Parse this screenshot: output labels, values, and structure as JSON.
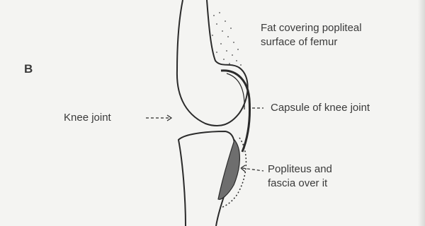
{
  "figure": {
    "panel_letter": "B",
    "labels": {
      "fat": [
        "Fat covering popliteal",
        "surface of femur"
      ],
      "knee_joint": "Knee joint",
      "capsule": "Capsule of knee joint",
      "popliteus": [
        "Popliteus and",
        "fascia over it"
      ]
    },
    "colors": {
      "background": "#f4f4f2",
      "line": "#2a2a2a",
      "muscle_fill": "#6e6e6e",
      "text": "#3a3a3a"
    }
  }
}
